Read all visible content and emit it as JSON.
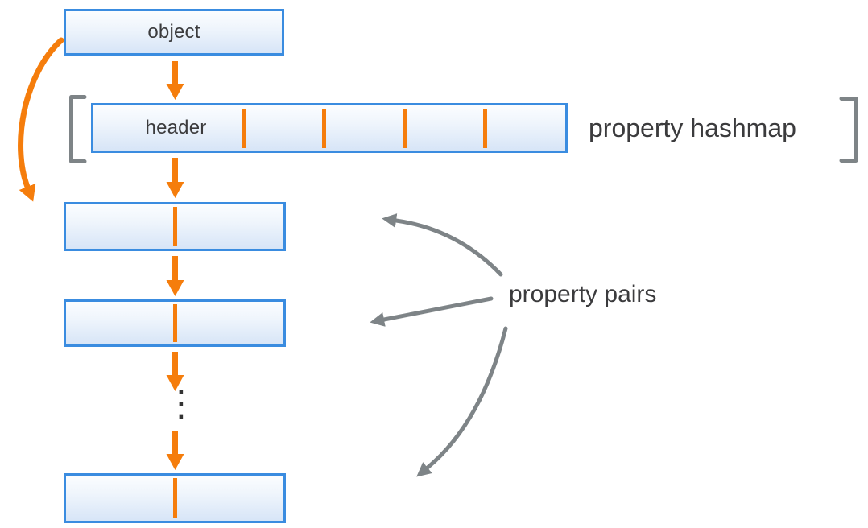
{
  "object_box": {
    "label": "object"
  },
  "hashmap": {
    "header_label": "header",
    "label": "property hashmap",
    "slot_divider_count": 4
  },
  "pairs": {
    "label": "property pairs",
    "visible_box_count": 3,
    "ellipsis": "⋮"
  },
  "colors": {
    "accent_orange": "#F57D0C",
    "box_border_blue": "#3A8CE0",
    "box_fill_top": "#FBFDFF",
    "box_fill_bottom": "#D7E5F7",
    "annotation_gray": "#7E8487",
    "text_dark": "#3B3B3D"
  }
}
